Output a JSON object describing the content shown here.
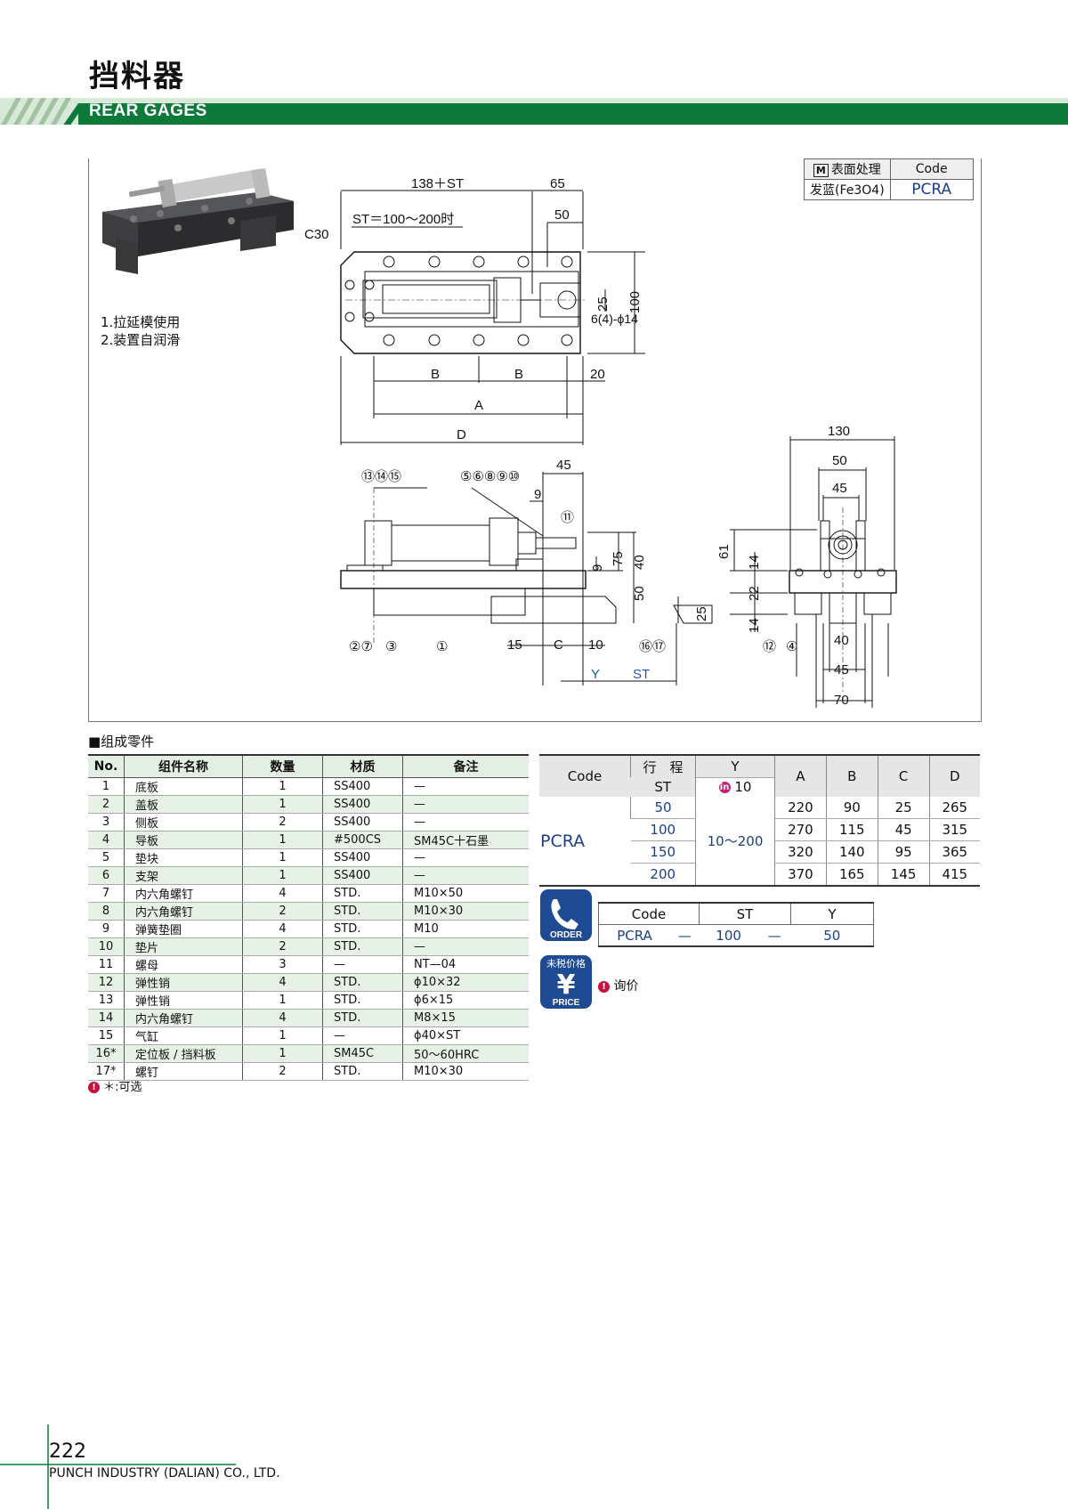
{
  "header": {
    "title_cn": "挡料器",
    "title_en": "REAR GAGES",
    "band_color": "#0d7a3a"
  },
  "surface_treatment": {
    "header_label": "表面处理",
    "header_code": "Code",
    "treatment": "发蓝(Fe3O4)",
    "code": "PCRA",
    "icon": "M"
  },
  "notes": [
    "1.拉延模使用",
    "2.装置自润滑"
  ],
  "drawing_labels": {
    "top_view": {
      "dim_138st": "138＋ST",
      "dim_65": "65",
      "dim_50": "50",
      "stroke_note": "ST＝100～200时",
      "c30": "C30",
      "dim_25": "25",
      "dim_100": "100",
      "hole_note": "6(4)-ϕ14",
      "dim_B1": "B",
      "dim_B2": "B",
      "dim_20": "20",
      "dim_A": "A",
      "dim_D": "D"
    },
    "front_view": {
      "callout_13_15": "⑬⑭⑮",
      "callout_5_10": "⑤⑥⑧⑨⑩",
      "callout_11": "⑪",
      "dim_45": "45",
      "dim_9a": "9",
      "dim_9b": "9",
      "dim_75": "75",
      "dim_40": "40",
      "dim_50": "50",
      "dim_25": "25",
      "callout_2_7": "②⑦",
      "callout_3": "③",
      "callout_1": "①",
      "dim_15": "15",
      "dim_C": "C",
      "dim_10": "10",
      "callout_16_17": "⑯⑰",
      "dim_Y": "Y",
      "dim_ST": "ST"
    },
    "side_view": {
      "dim_130": "130",
      "dim_50": "50",
      "dim_45a": "45",
      "dim_61": "61",
      "dim_14a": "14",
      "dim_22": "22",
      "dim_14b": "14",
      "callout_12": "⑫",
      "callout_4": "④",
      "dim_40": "40",
      "dim_45b": "45",
      "dim_70": "70"
    }
  },
  "parts": {
    "heading": "■组成零件",
    "columns": [
      "No.",
      "组件名称",
      "数量",
      "材质",
      "备注"
    ],
    "rows": [
      [
        "1",
        "底板",
        "1",
        "SS400",
        "—"
      ],
      [
        "2",
        "盖板",
        "1",
        "SS400",
        "—"
      ],
      [
        "3",
        "侧板",
        "2",
        "SS400",
        "—"
      ],
      [
        "4",
        "导板",
        "1",
        "#500CS",
        "SM45C十石墨"
      ],
      [
        "5",
        "垫块",
        "1",
        "SS400",
        "—"
      ],
      [
        "6",
        "支架",
        "1",
        "SS400",
        "—"
      ],
      [
        "7",
        "内六角螺钉",
        "4",
        "STD.",
        "M10×50"
      ],
      [
        "8",
        "内六角螺钉",
        "2",
        "STD.",
        "M10×30"
      ],
      [
        "9",
        "弹簧垫圈",
        "4",
        "STD.",
        "M10"
      ],
      [
        "10",
        "垫片",
        "2",
        "STD.",
        "—"
      ],
      [
        "11",
        "螺母",
        "3",
        "—",
        "NT—04"
      ],
      [
        "12",
        "弹性销",
        "4",
        "STD.",
        "ϕ10×32"
      ],
      [
        "13",
        "弹性销",
        "1",
        "STD.",
        "ϕ6×15"
      ],
      [
        "14",
        "内六角螺钉",
        "4",
        "STD.",
        "M8×15"
      ],
      [
        "15",
        "气缸",
        "1",
        "—",
        "ϕ40×ST"
      ],
      [
        "16*",
        "定位板 / 挡料板",
        "1",
        "SM45C",
        "50～60HRC"
      ],
      [
        "17*",
        "螺钉",
        "2",
        "STD.",
        "M10×30"
      ]
    ],
    "footnote": "＊:可选"
  },
  "dimensions": {
    "col_code": "Code",
    "col_st_top": "行　程",
    "col_st_bottom": "ST",
    "col_y_top": "Y",
    "col_y_bottom": "10",
    "col_A": "A",
    "col_B": "B",
    "col_C": "C",
    "col_D": "D",
    "code": "PCRA",
    "y_range": "10～200",
    "rows": [
      [
        "50",
        "220",
        "90",
        "25",
        "265"
      ],
      [
        "100",
        "270",
        "115",
        "45",
        "315"
      ],
      [
        "150",
        "320",
        "140",
        "95",
        "365"
      ],
      [
        "200",
        "370",
        "165",
        "145",
        "415"
      ]
    ]
  },
  "order": {
    "badge": "ORDER",
    "headers": [
      "Code",
      "ST",
      "Y"
    ],
    "values": [
      "PCRA",
      "—",
      "100",
      "—",
      "50"
    ]
  },
  "price": {
    "badge_top": "未税价格",
    "badge_bottom": "PRICE",
    "label": "询价"
  },
  "footer": {
    "page": "222",
    "company": "PUNCH INDUSTRY (DALIAN) CO., LTD."
  }
}
